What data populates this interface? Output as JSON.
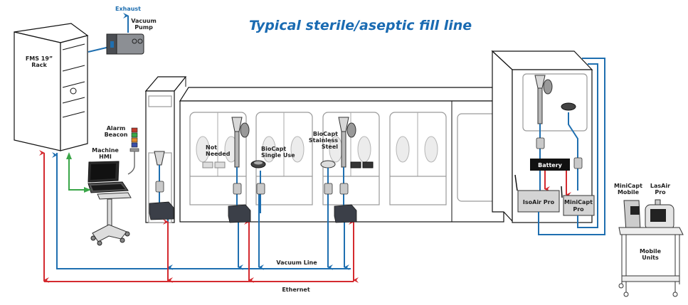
{
  "title": "Typical sterile/aseptic fill line",
  "labels": {
    "exhaust": "Exhaust",
    "vacuum_pump": [
      "Vacuum",
      "Pump"
    ],
    "fms_rack": [
      "FMS 19”",
      "Rack"
    ],
    "alarm_beacon": [
      "Alarm",
      "Beacon"
    ],
    "machine_hmi": [
      "Machine",
      "HMI"
    ],
    "not_needed": [
      "Not",
      "Needed"
    ],
    "biocapt_single_use": [
      "BioCapt",
      "Single Use"
    ],
    "biocapt_stainless_steel": [
      "BioCapt",
      "Stainless",
      "Steel"
    ],
    "battery": "Battery",
    "isoair_pro": "IsoAir Pro",
    "minicapt_pro": [
      "MiniCapt",
      "Pro"
    ],
    "minicapt_mobile": [
      "MiniCapt",
      "Mobile"
    ],
    "lasair_pro": [
      "LasAir",
      "Pro"
    ],
    "mobile_units": [
      "Mobile",
      "Units"
    ],
    "vacuum_line": "Vacuum Line",
    "ethernet": "Ethernet"
  },
  "colors": {
    "title": "#1a6bb2",
    "vacuum_line": "#1f6fb0",
    "ethernet": "#d42a2f",
    "hmi_link": "#3aa648",
    "beacon_lights": [
      "#c0392b",
      "#3aa648",
      "#e08a2a",
      "#3a4ea8"
    ]
  }
}
